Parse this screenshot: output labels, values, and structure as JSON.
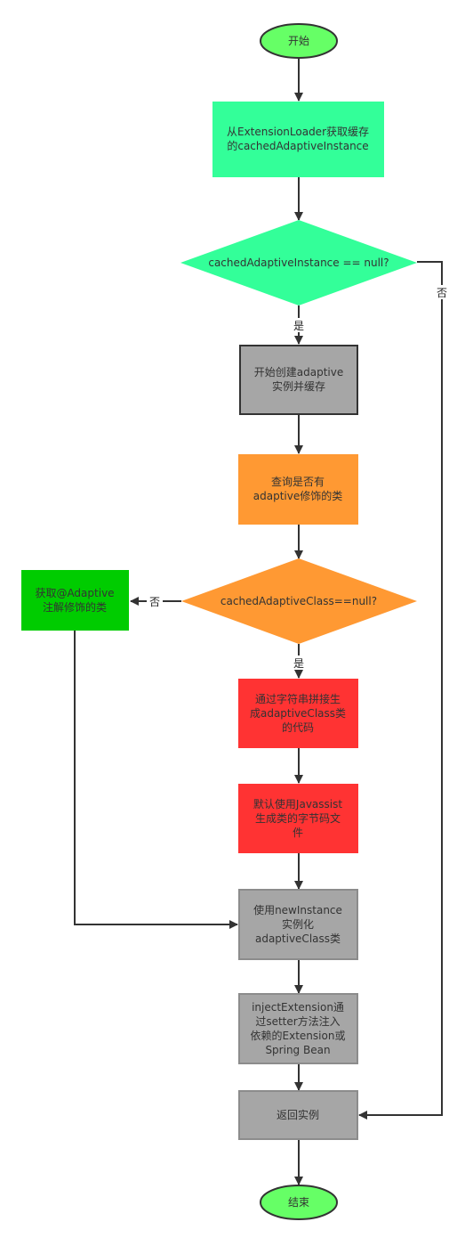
{
  "colors": {
    "terminal": "#66ff66",
    "process_teal": "#33ff99",
    "decision_teal": "#33ff99",
    "process_gray_dark": "#a6a6a6",
    "process_orange": "#ff9933",
    "process_green": "#00cc00",
    "process_red": "#ff3333",
    "process_gray": "#a6a6a6",
    "edge": "#333333"
  },
  "nodes": {
    "start": {
      "lines": [
        "开始"
      ]
    },
    "get_cached": {
      "lines": [
        "从ExtensionLoader获取缓存",
        "的cachedAdaptiveInstance"
      ]
    },
    "check_instance": {
      "lines": [
        "cachedAdaptiveInstance == null?"
      ]
    },
    "create_adaptive": {
      "lines": [
        "开始创建adaptive",
        "实例并缓存"
      ]
    },
    "query_class": {
      "lines": [
        "查询是否有",
        "adaptive修饰的类"
      ]
    },
    "check_class": {
      "lines": [
        "cachedAdaptiveClass==null?"
      ]
    },
    "get_annotated": {
      "lines": [
        "获取@Adaptive",
        "注解修饰的类"
      ]
    },
    "gen_code": {
      "lines": [
        "通过字符串拼接生",
        "成adaptiveClass类",
        "的代码"
      ]
    },
    "javassist": {
      "lines": [
        "默认使用Javassist",
        "生成类的字节码文",
        "件"
      ]
    },
    "new_instance": {
      "lines": [
        "使用newInstance",
        "实例化",
        "adaptiveClass类"
      ]
    },
    "inject": {
      "lines": [
        "injectExtension通",
        "过setter方法注入",
        "依赖的Extension或",
        "Spring Bean"
      ]
    },
    "return_instance": {
      "lines": [
        "返回实例"
      ]
    },
    "end": {
      "lines": [
        "结束"
      ]
    }
  },
  "edge_labels": {
    "instance_yes": "是",
    "instance_no": "否",
    "class_yes": "是",
    "class_no": "否"
  }
}
